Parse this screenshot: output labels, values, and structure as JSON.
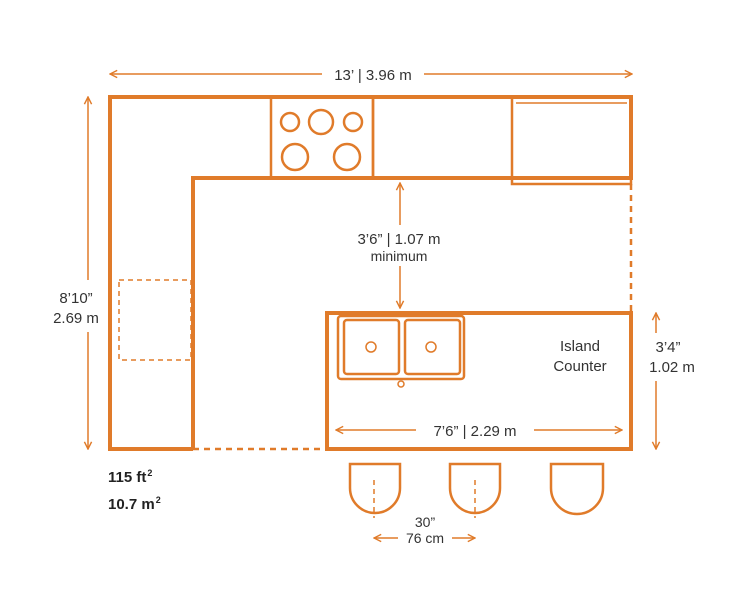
{
  "colors": {
    "accent": "#e07b2a",
    "text": "#333333"
  },
  "dimensions": {
    "overall_width": "13’ | 3.96 m",
    "overall_depth_ft": "8’10”",
    "overall_depth_m": "2.69 m",
    "aisle_clearance": "3’6” | 1.07 m",
    "aisle_note": "minimum",
    "island_depth_ft": "3’4”",
    "island_depth_m": "1.02 m",
    "island_length": "7’6” | 2.29 m",
    "stool_spacing_in": "30”",
    "stool_spacing_cm": "76 cm"
  },
  "island": {
    "label_line1": "Island",
    "label_line2": "Counter"
  },
  "area": {
    "ft_value": "115 ft",
    "ft_sup": "2",
    "m_value": "10.7 m",
    "m_sup": "2"
  },
  "icons": [
    "cooktop-icon",
    "double-sink-icon",
    "refrigerator-icon",
    "dishwasher-icon",
    "bar-stool-icon"
  ]
}
